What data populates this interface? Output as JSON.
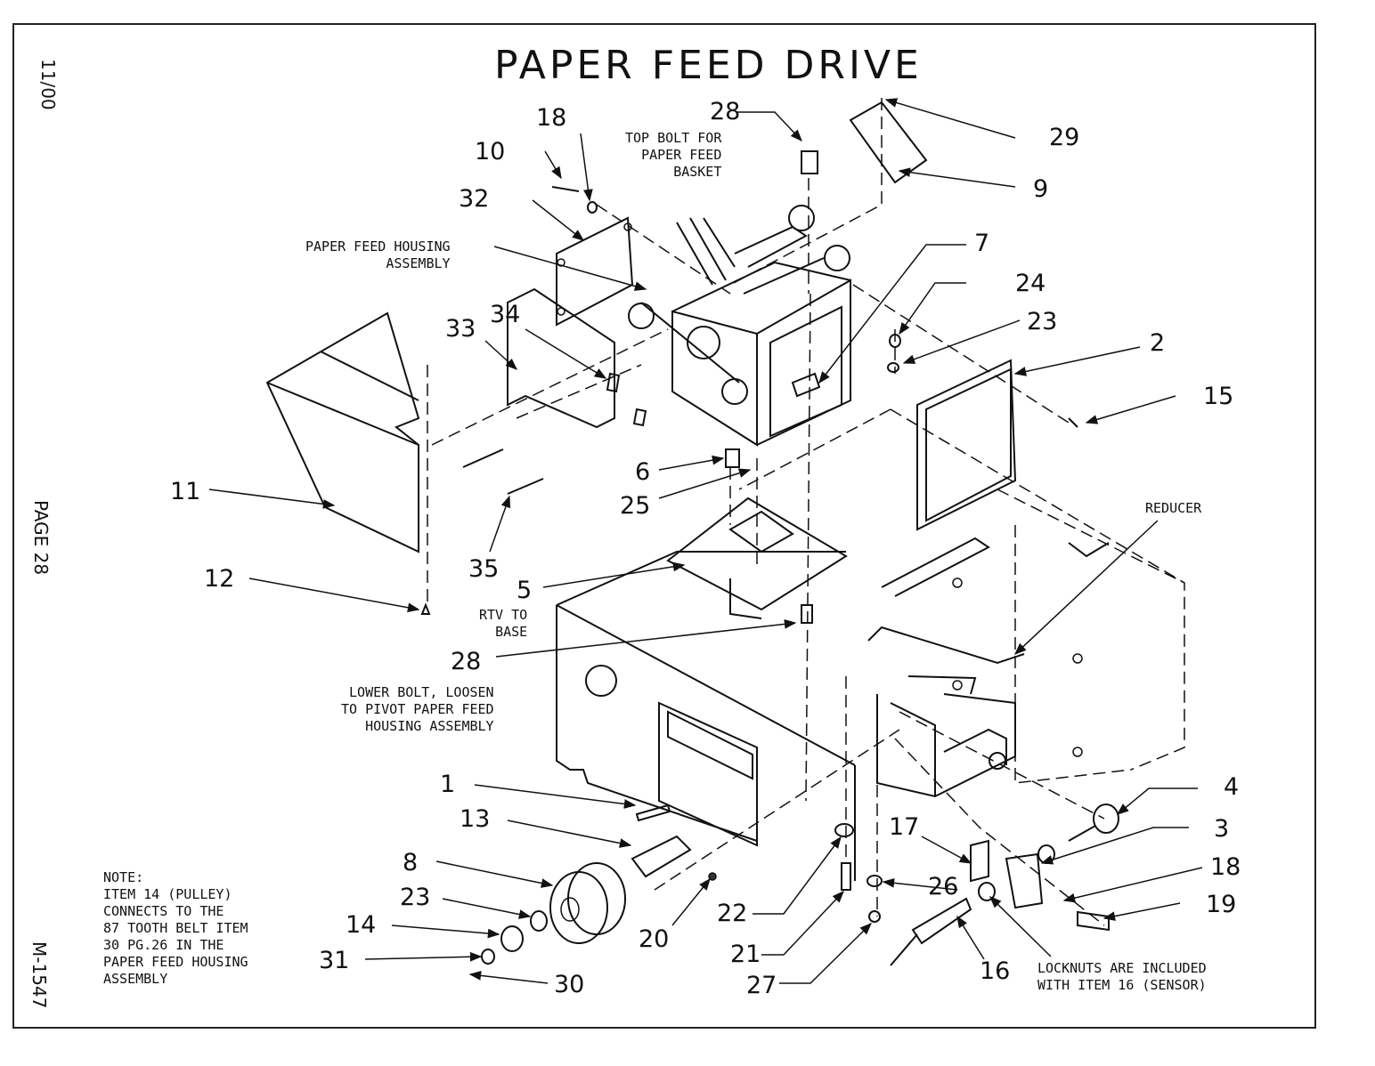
{
  "title": "PAPER FEED DRIVE",
  "margin": {
    "date": "11/00",
    "page": "PAGE 28",
    "drawing_no": "M-1547"
  },
  "labels": {
    "top_bolt": "TOP BOLT FOR\nPAPER FEED\nBASKET",
    "housing": "PAPER FEED HOUSING\nASSEMBLY",
    "reducer": "REDUCER",
    "rtv": "RTV TO\nBASE",
    "lower_bolt": "LOWER BOLT, LOOSEN\nTO PIVOT PAPER FEED\nHOUSING ASSEMBLY",
    "locknuts": "LOCKNUTS ARE INCLUDED\nWITH ITEM 16 (SENSOR)",
    "note": "NOTE:\nITEM 14 (PULLEY)\nCONNECTS TO THE\n87 TOOTH BELT ITEM\n30 PG.26 IN THE\nPAPER FEED HOUSING\nASSEMBLY"
  },
  "callouts": {
    "c28a": "28",
    "c29": "29",
    "c18a": "18",
    "c10": "10",
    "c9": "9",
    "c32": "32",
    "c7": "7",
    "c24": "24",
    "c23a": "23",
    "c2": "2",
    "c34": "34",
    "c33": "33",
    "c15": "15",
    "c6": "6",
    "c25": "25",
    "c11": "11",
    "c35": "35",
    "c12": "12",
    "c5": "5",
    "c28b": "28",
    "c1": "1",
    "c13": "13",
    "c8": "8",
    "c4": "4",
    "c17": "17",
    "c3": "3",
    "c18b": "18",
    "c19": "19",
    "c23b": "23",
    "c14": "14",
    "c20": "20",
    "c22": "22",
    "c26": "26",
    "c31": "31",
    "c21": "21",
    "c30": "30",
    "c27": "27",
    "c16": "16"
  }
}
